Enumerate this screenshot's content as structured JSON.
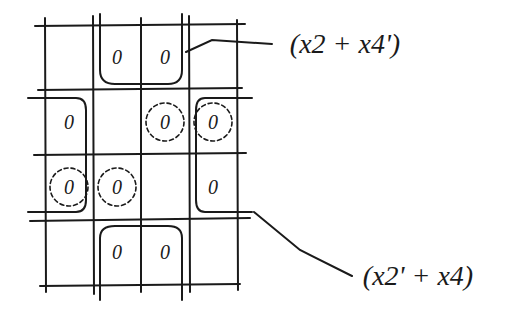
{
  "diagram": {
    "labels": [
      "0",
      "0",
      "0",
      "0",
      "0",
      "0",
      "0",
      "0",
      "0",
      "0",
      "(x2 + x4')",
      "(x2' + x4)"
    ]
  }
}
